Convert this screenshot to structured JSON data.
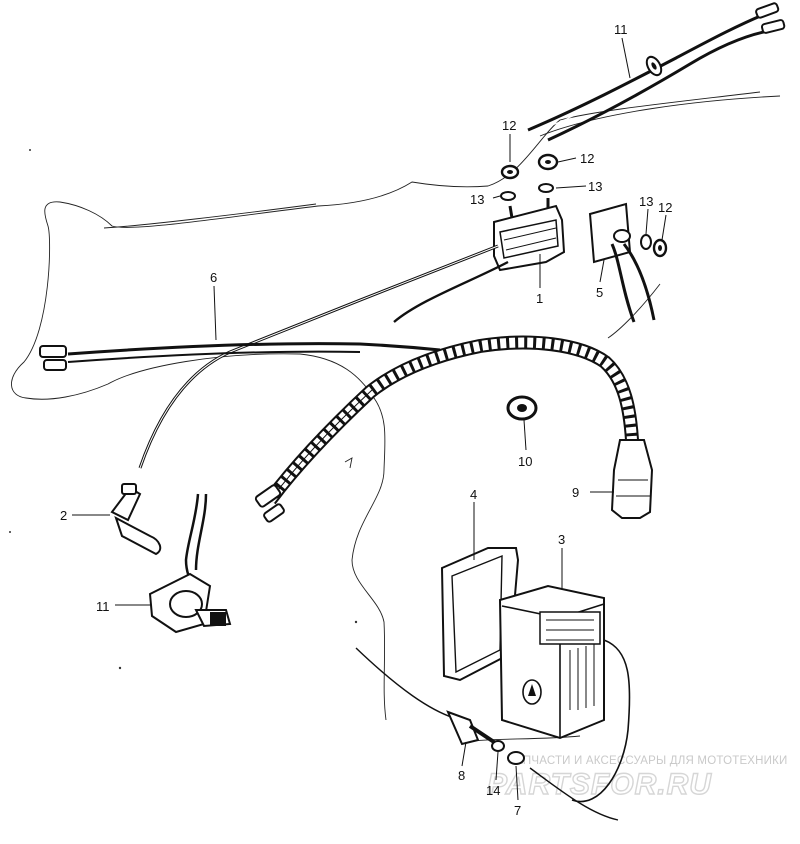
{
  "callouts": {
    "c1": "1",
    "c2": "2",
    "c3": "3",
    "c4": "4",
    "c5": "5",
    "c6": "6",
    "c7": "7",
    "c8": "8",
    "c9": "9",
    "c10": "10",
    "c11_top": "11",
    "c11_switch": "11",
    "c12_a": "12",
    "c12_b": "12",
    "c12_c": "12",
    "c13_a": "13",
    "c13_b": "13",
    "c13_c": "13",
    "c14": "14"
  },
  "watermark": {
    "tagline": "ЗАПЧАСТИ И АКСЕССУАРЫ ДЛЯ МОТОТЕХНИКИ",
    "brand": "PARTSFOR.RU"
  }
}
